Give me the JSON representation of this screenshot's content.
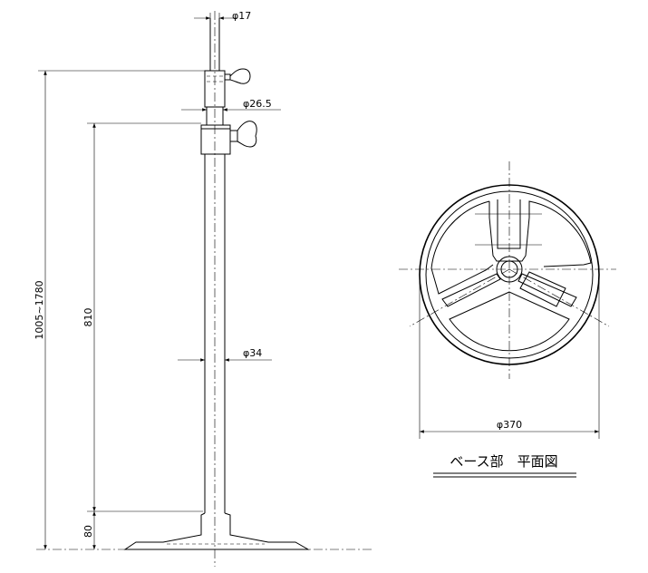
{
  "dimensions": {
    "top_pipe_diameter": "φ17",
    "mid_pipe_diameter": "φ26.5",
    "main_pipe_diameter": "φ34",
    "overall_height": "1005~1780",
    "pole_height": "810",
    "base_height": "80",
    "base_diameter": "φ370"
  },
  "caption": "ベース部　平面図"
}
